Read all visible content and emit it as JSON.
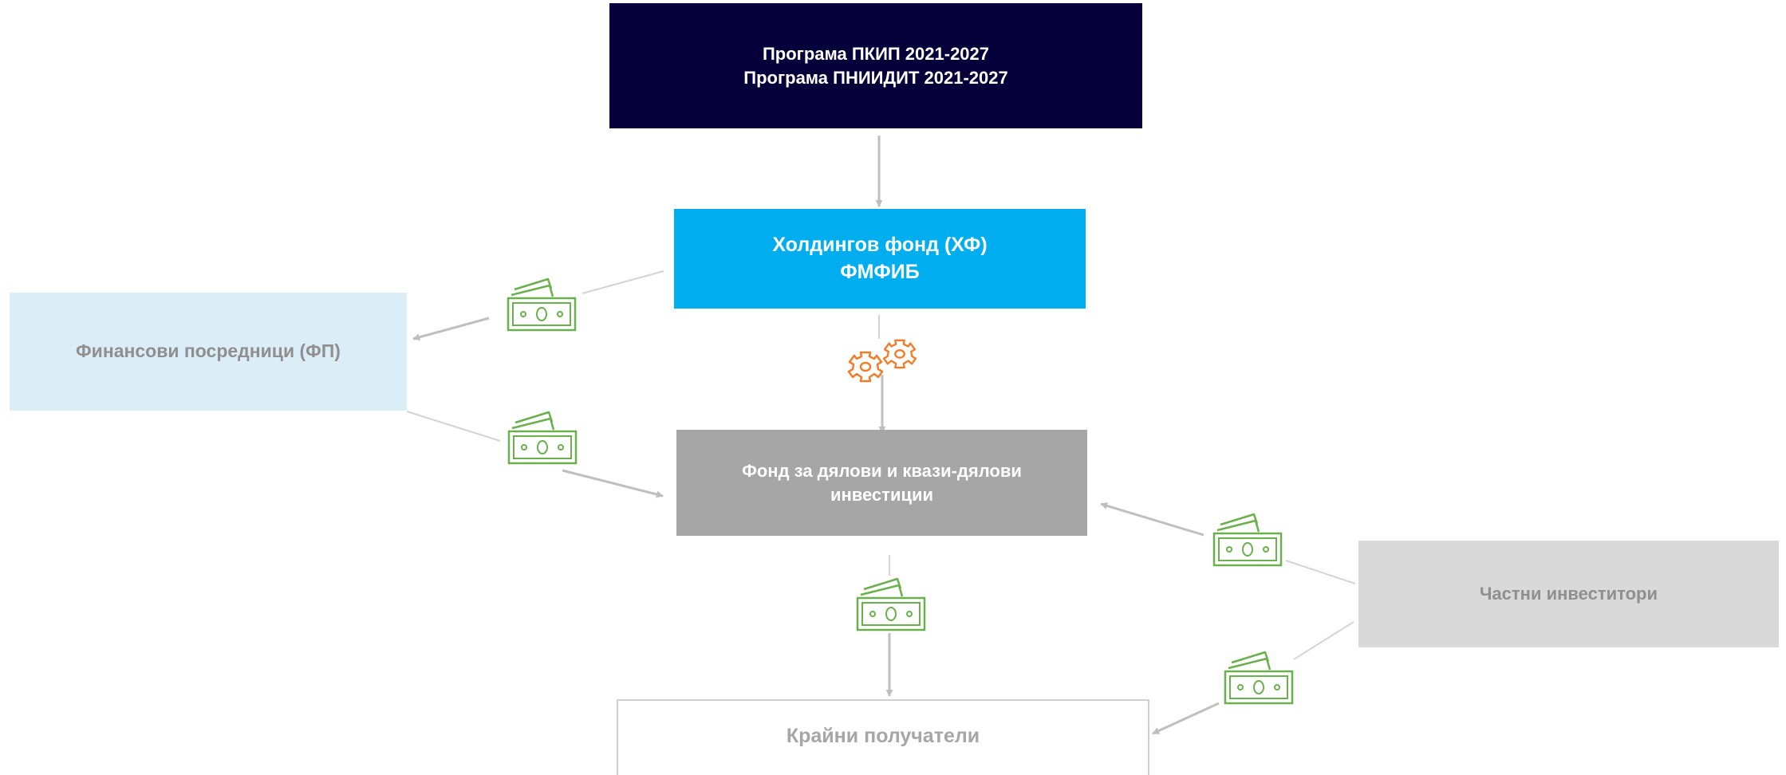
{
  "diagram": {
    "program": {
      "line1": "Програма ПКИП 2021-2027",
      "line2": "Програма ПНИИДИТ 2021-2027"
    },
    "holding_fund": {
      "line1": "Холдингов фонд (ХФ)",
      "line2": "ФМФИБ"
    },
    "financial_intermediaries": {
      "label": "Финансови посредници (ФП)"
    },
    "equity_fund": {
      "line1": "Фонд за дялови и квази-дялови",
      "line2": "инвестиции"
    },
    "private_investors": {
      "label": "Частни инвеститори"
    },
    "final_recipients": {
      "label": "Крайни получатели"
    },
    "icons": {
      "money": "money-icon",
      "gears": "gears-icon"
    },
    "colors": {
      "program_bg": "#05003a",
      "holding_bg": "#00aeef",
      "fp_bg": "#dbeef8",
      "fund_bg": "#a6a6a6",
      "private_bg": "#d9d9d9",
      "arrow": "#bfbfbf",
      "money_icon": "#6ab04c",
      "gears_icon": "#f07d29"
    }
  }
}
